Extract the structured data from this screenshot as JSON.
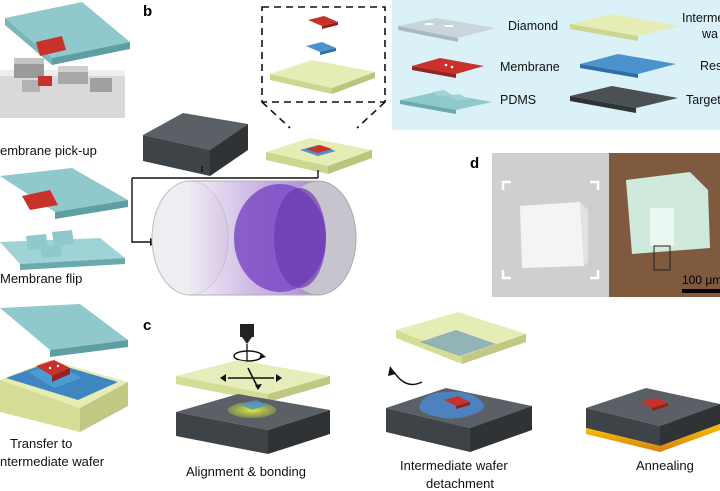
{
  "panels": {
    "b": "b",
    "c": "c",
    "d": "d"
  },
  "panel_a_steps": [
    "embrane pick-up",
    "Membrane flip",
    "Transfer to",
    "ntermediate wafer"
  ],
  "panel_c_steps": {
    "alignment": "Alignment & bonding",
    "detach_line1": "Intermediate wafer",
    "detach_line2": "detachment",
    "annealing": "Annealing"
  },
  "legend": {
    "diamond": "Diamond",
    "intermediate_line1": "Interme",
    "intermediate_line2": "wa",
    "membrane": "Membrane",
    "resist": "Res",
    "pdms": "PDMS",
    "target": "Target"
  },
  "scale_bar": "100 μm",
  "colors": {
    "pdms": "#8fc9cc",
    "membrane": "#c8322a",
    "intermediate": "#e6ecb6",
    "resist": "#3f86c0",
    "target": "#4a5054",
    "diamond": "#c4d2d8",
    "legend_bg": "#d9f1f7",
    "chamber": "#8a58c8",
    "anneal": "#f0a820"
  }
}
